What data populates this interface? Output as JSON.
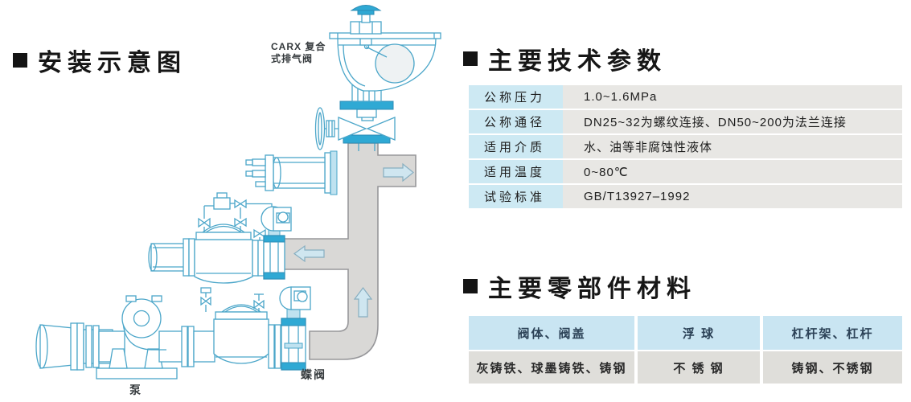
{
  "left": {
    "title": "安装示意图",
    "labels": {
      "carx_line1": "CARX 复合",
      "carx_line2": "式排气阀",
      "pump": "泵",
      "butterfly": "蝶阀"
    }
  },
  "tech_params": {
    "title": "主要技术参数",
    "rows": [
      {
        "label": "公称压力",
        "value": "1.0~1.6MPa"
      },
      {
        "label": "公称通径",
        "value": "DN25~32为螺纹连接、DN50~200为法兰连接"
      },
      {
        "label": "适用介质",
        "value": "水、油等非腐蚀性液体"
      },
      {
        "label": "适用温度",
        "value": "0~80℃"
      },
      {
        "label": "试验标准",
        "value": "GB/T13927–1992"
      }
    ]
  },
  "materials": {
    "title": "主要零部件材料",
    "columns": [
      {
        "part": "阀体、阀盖",
        "material": "灰铸铁、球墨铸铁、铸钢"
      },
      {
        "part": "浮 球",
        "material": "不 锈 钢"
      },
      {
        "part": "杠杆架、杠杆",
        "material": "铸钢、不锈钢"
      }
    ]
  },
  "colors": {
    "diagram_line_blue": "#4ba6c9",
    "diagram_fill_blue": "#2fa9d4",
    "pipe_gray": "#d9d8d6",
    "table_blue": "#cde9f3",
    "table_gray": "#e8e7e4",
    "title_black": "#161616"
  }
}
